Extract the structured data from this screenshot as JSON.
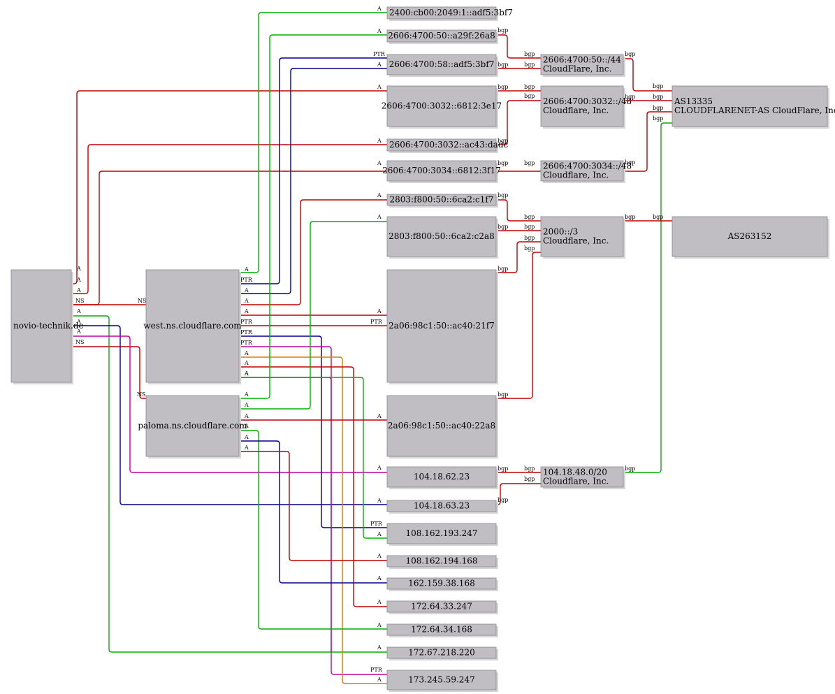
{
  "colors": {
    "A": "#00b000",
    "PTR": "#00008b",
    "bgp": "#c00000",
    "magenta": "#c000a0",
    "orange": "#d08000"
  },
  "nodes": [
    {
      "id": "novio",
      "lines": [
        "novio-technik.de"
      ]
    },
    {
      "id": "west",
      "lines": [
        "west.ns.cloudflare.com"
      ]
    },
    {
      "id": "paloma",
      "lines": [
        "paloma.ns.cloudflare.com"
      ]
    },
    {
      "id": "v6a",
      "lines": [
        "2400:cb00:2049:1::adf5:3bf7"
      ]
    },
    {
      "id": "v6b",
      "lines": [
        "2606:4700:50::a29f:26a8"
      ]
    },
    {
      "id": "v6c",
      "lines": [
        "2606:4700:58::adf5:3bf7"
      ]
    },
    {
      "id": "v6d",
      "lines": [
        "2606:4700:3032::6812:3e17"
      ]
    },
    {
      "id": "v6e",
      "lines": [
        "2606:4700:3032::ac43:dadc"
      ]
    },
    {
      "id": "v6f",
      "lines": [
        "2606:4700:3034::6812:3f17"
      ]
    },
    {
      "id": "v6g",
      "lines": [
        "2803:f800:50::6ca2:c1f7"
      ]
    },
    {
      "id": "v6h",
      "lines": [
        "2803:f800:50::6ca2:c2a8"
      ]
    },
    {
      "id": "v6i",
      "lines": [
        "2a06:98c1:50::ac40:21f7"
      ]
    },
    {
      "id": "v6j",
      "lines": [
        "2a06:98c1:50::ac40:22a8"
      ]
    },
    {
      "id": "ip1",
      "lines": [
        "104.18.62.23"
      ]
    },
    {
      "id": "ip2",
      "lines": [
        "104.18.63.23"
      ]
    },
    {
      "id": "ip3",
      "lines": [
        "108.162.193.247"
      ]
    },
    {
      "id": "ip4",
      "lines": [
        "108.162.194.168"
      ]
    },
    {
      "id": "ip5",
      "lines": [
        "162.159.38.168"
      ]
    },
    {
      "id": "ip6",
      "lines": [
        "172.64.33.247"
      ]
    },
    {
      "id": "ip7",
      "lines": [
        "172.64.34.168"
      ]
    },
    {
      "id": "ip8",
      "lines": [
        "172.67.218.220"
      ]
    },
    {
      "id": "ip9",
      "lines": [
        "173.245.59.247"
      ]
    },
    {
      "id": "pfx1",
      "lines": [
        "2606:4700:50::/44",
        "CloudFlare, Inc."
      ]
    },
    {
      "id": "pfx2",
      "lines": [
        "2606:4700:3032::/48",
        "Cloudflare, Inc."
      ]
    },
    {
      "id": "pfx3",
      "lines": [
        "2606:4700:3034::/48",
        "Cloudflare, Inc."
      ]
    },
    {
      "id": "pfx4",
      "lines": [
        "2000::/3",
        "Cloudflare, Inc."
      ]
    },
    {
      "id": "pfx5",
      "lines": [
        "104.18.48.0/20",
        "Cloudflare, Inc."
      ]
    },
    {
      "id": "as1",
      "lines": [
        "AS13335",
        "CLOUDFLARENET-AS CloudFlare, Inc."
      ]
    },
    {
      "id": "as2",
      "lines": [
        "AS263152"
      ]
    }
  ],
  "edges": [
    {
      "from": "novio",
      "to": "v6d",
      "type": "A"
    },
    {
      "from": "novio",
      "to": "v6e",
      "type": "A"
    },
    {
      "from": "novio",
      "to": "v6f",
      "type": "A"
    },
    {
      "from": "novio",
      "to": "west",
      "type": "NS"
    },
    {
      "from": "novio",
      "to": "paloma",
      "type": "NS"
    },
    {
      "from": "novio",
      "to": "ip8",
      "type": "A"
    },
    {
      "from": "novio",
      "to": "ip2",
      "type": "A"
    },
    {
      "from": "novio",
      "to": "ip1",
      "type": "A"
    },
    {
      "from": "west",
      "to": "v6a",
      "type": "A"
    },
    {
      "from": "west",
      "to": "v6c",
      "type": "PTR"
    },
    {
      "from": "west",
      "to": "v6c",
      "type": "A"
    },
    {
      "from": "west",
      "to": "v6g",
      "type": "A"
    },
    {
      "from": "west",
      "to": "v6i",
      "type": "A"
    },
    {
      "from": "west",
      "to": "v6i",
      "type": "PTR"
    },
    {
      "from": "west",
      "to": "ip3",
      "type": "PTR"
    },
    {
      "from": "west",
      "to": "ip9",
      "type": "PTR"
    },
    {
      "from": "west",
      "to": "ip9",
      "type": "A"
    },
    {
      "from": "west",
      "to": "ip6",
      "type": "A"
    },
    {
      "from": "west",
      "to": "ip8",
      "type": "A"
    },
    {
      "from": "west",
      "to": "ip3",
      "type": "A"
    },
    {
      "from": "paloma",
      "to": "v6b",
      "type": "A"
    },
    {
      "from": "paloma",
      "to": "v6h",
      "type": "A"
    },
    {
      "from": "paloma",
      "to": "v6j",
      "type": "A"
    },
    {
      "from": "paloma",
      "to": "ip7",
      "type": "A"
    },
    {
      "from": "paloma",
      "to": "ip5",
      "type": "A"
    },
    {
      "from": "paloma",
      "to": "ip4",
      "type": "A"
    },
    {
      "from": "v6b",
      "to": "pfx1",
      "type": "bgp"
    },
    {
      "from": "v6c",
      "to": "pfx1",
      "type": "bgp"
    },
    {
      "from": "v6d",
      "to": "pfx2",
      "type": "bgp"
    },
    {
      "from": "v6e",
      "to": "pfx2",
      "type": "bgp"
    },
    {
      "from": "v6f",
      "to": "pfx3",
      "type": "bgp"
    },
    {
      "from": "v6g",
      "to": "pfx4",
      "type": "bgp"
    },
    {
      "from": "v6h",
      "to": "pfx4",
      "type": "bgp"
    },
    {
      "from": "v6i",
      "to": "pfx4",
      "type": "bgp"
    },
    {
      "from": "v6j",
      "to": "pfx4",
      "type": "bgp"
    },
    {
      "from": "ip1",
      "to": "pfx5",
      "type": "bgp"
    },
    {
      "from": "ip2",
      "to": "pfx5",
      "type": "bgp"
    },
    {
      "from": "pfx1",
      "to": "as1",
      "type": "bgp"
    },
    {
      "from": "pfx2",
      "to": "as1",
      "type": "bgp"
    },
    {
      "from": "pfx3",
      "to": "as1",
      "type": "bgp"
    },
    {
      "from": "pfx5",
      "to": "as1",
      "type": "bgp"
    },
    {
      "from": "pfx4",
      "to": "as2",
      "type": "bgp"
    }
  ]
}
